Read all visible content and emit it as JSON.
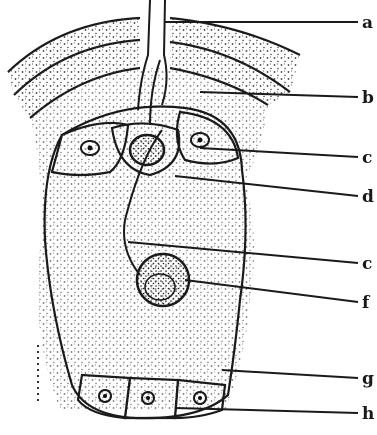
{
  "diagram": {
    "labels": [
      "a",
      "b",
      "c",
      "d",
      "c",
      "f",
      "g",
      "h"
    ]
  },
  "colors": {
    "ink": "#1a1a1a",
    "paper": "#ffffff",
    "stipple": "#333333"
  }
}
